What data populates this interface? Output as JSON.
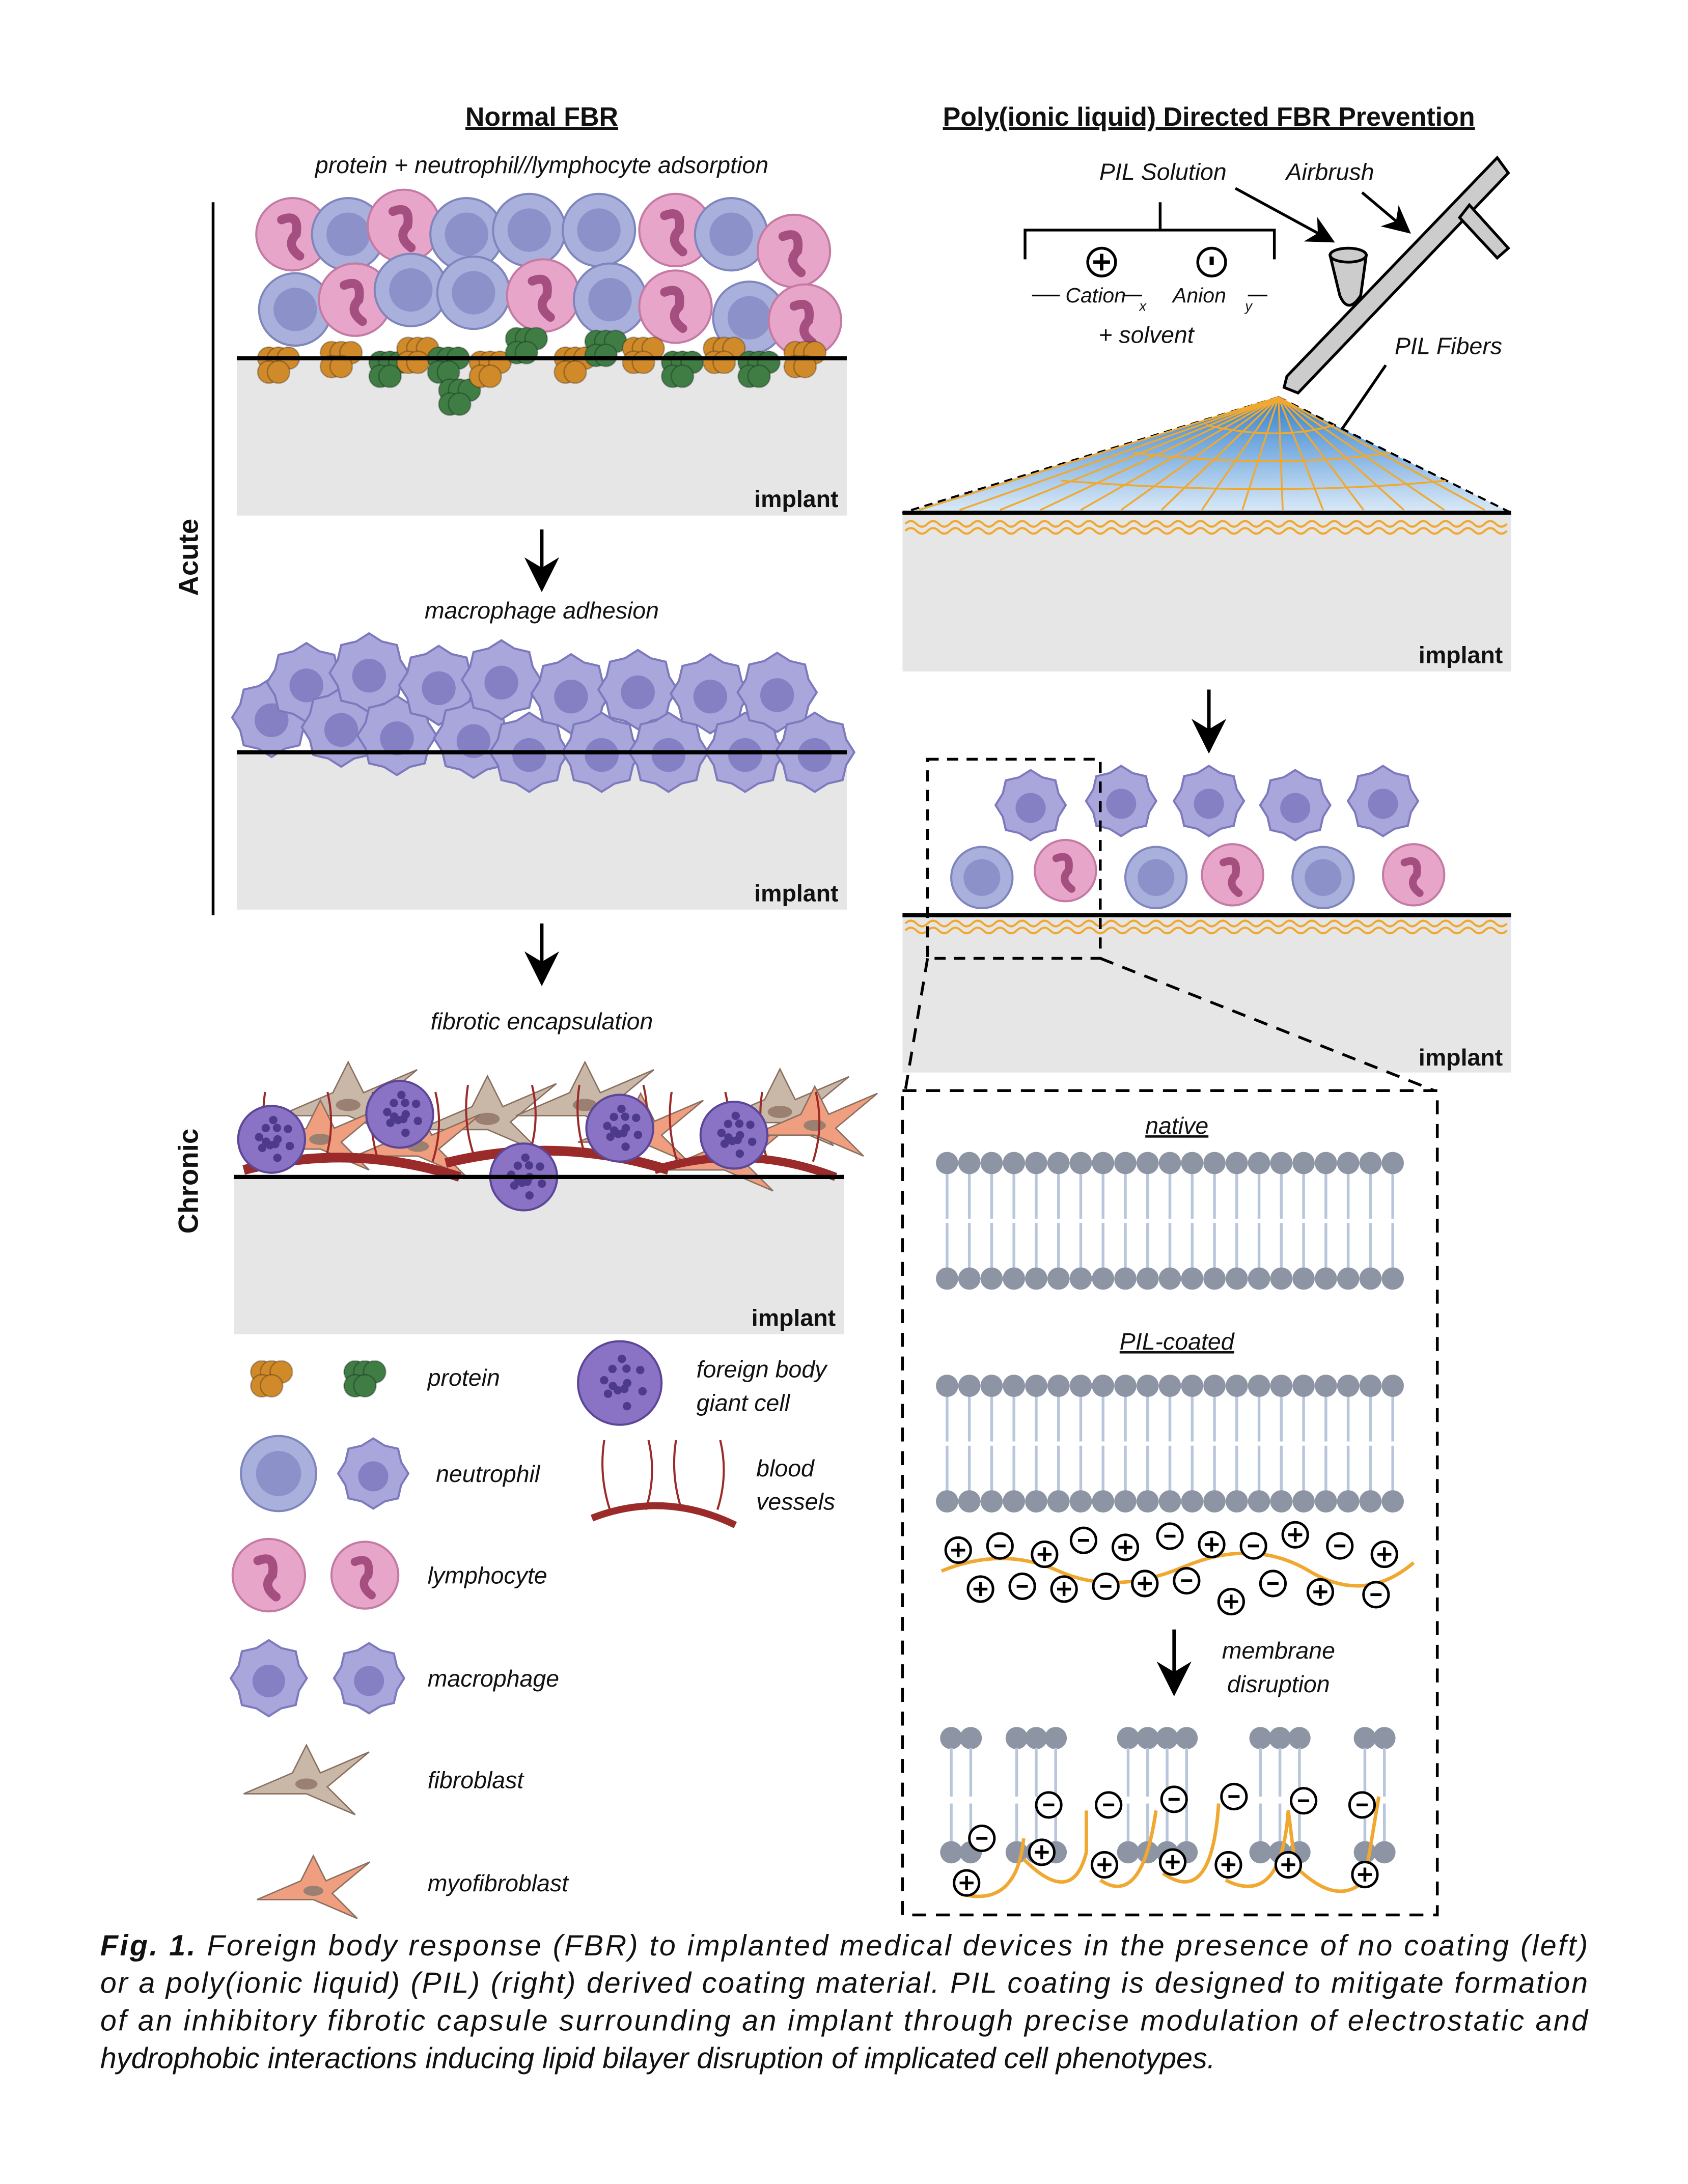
{
  "left": {
    "title": "Normal FBR",
    "step1_label": "protein + neutrophil//lymphocyte adsorption",
    "step2_label": "macrophage adhesion",
    "step3_label": "fibrotic encapsulation",
    "implant_label": "implant",
    "acute_label": "Acute",
    "chronic_label": "Chronic"
  },
  "right": {
    "title": "Poly(ionic liquid) Directed FBR Prevention",
    "pil_solution": "PIL Solution",
    "airbrush": "Airbrush",
    "pil_fibers": "PIL Fibers",
    "cation": "Cation",
    "anion": "Anion",
    "sub_x": "x",
    "sub_y": "y",
    "solvent": "+ solvent",
    "implant_label": "implant",
    "native": "native",
    "pil_coated": "PIL-coated",
    "membrane": "membrane",
    "disruption": "disruption"
  },
  "legend": {
    "protein": "protein",
    "fbgc_1": "foreign body",
    "fbgc_2": "giant cell",
    "neutrophil": "neutrophil",
    "blood_1": "blood",
    "blood_2": "vessels",
    "lymphocyte": "lymphocyte",
    "macrophage": "macrophage",
    "fibroblast": "fibroblast",
    "myofibroblast": "myofibroblast"
  },
  "caption": {
    "label": "Fig. 1.",
    "lines": [
      " Foreign body response (FBR) to implanted medical devices in the presence of no coating (left)",
      "or a poly(ionic liquid) (PIL) (right) derived coating material. PIL coating is designed to mitigate formation",
      "of an inhibitory fibrotic capsule surrounding an implant through precise modulation of electrostatic and",
      "hydrophobic interactions inducing lipid bilayer disruption of implicated cell phenotypes."
    ]
  },
  "colors": {
    "implant": "#e6e6e6",
    "neutrophil": "#aab0dc",
    "lymphocyte": "#e7a6c9",
    "macrophage": "#a9a6dc",
    "protein_orange": "#d08a2a",
    "protein_green": "#3f7d45",
    "fbgc": "#8a72c4",
    "fibroblast": "#c9b7a8",
    "myofibroblast": "#ef9f7f",
    "vessel": "#9b2a2a",
    "pil_fiber": "#f0a830",
    "spray": "#3d8fd6",
    "lipid_head": "#8d95a5",
    "lipid_tail": "#b8c6dc"
  }
}
